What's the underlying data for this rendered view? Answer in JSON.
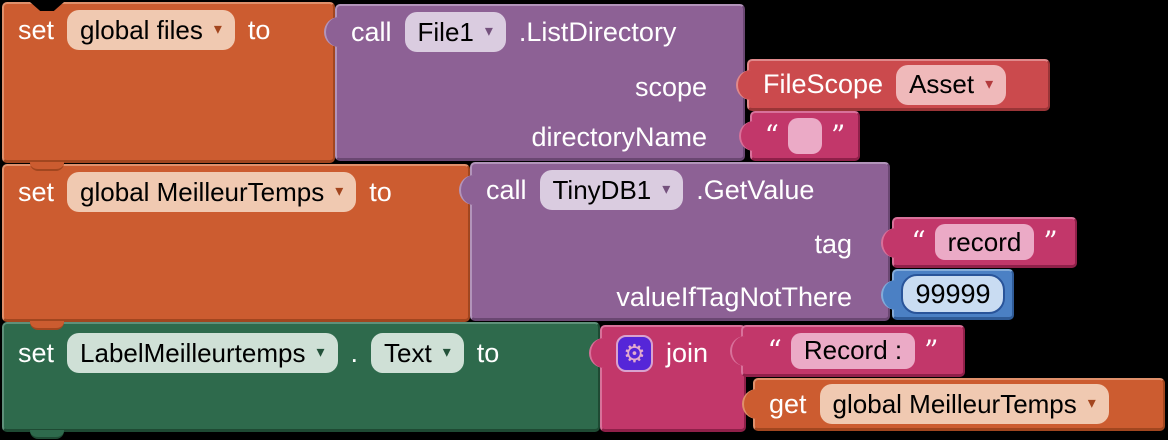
{
  "ui": {
    "arrow": "▾"
  },
  "colors": {
    "canvas_bg": "#000000",
    "variable_orange": "#CC5C30",
    "procedure_purple": "#8D6195",
    "helper_red": "#CB4A4D",
    "text_magenta": "#C2376A",
    "math_blue": "#4B80C4",
    "component_green": "#2E6A4C",
    "mutator_indigo": "#5526D8"
  },
  "row1": {
    "set_block": {
      "set": "set",
      "variable": "global files",
      "to": "to"
    },
    "call_block": {
      "call": "call",
      "component": "File1",
      "method": ".ListDirectory",
      "param1": "scope",
      "param2": "directoryName"
    },
    "filescope_block": {
      "label": "FileScope",
      "value": "Asset"
    },
    "empty_string_block": {
      "quote_open": "“",
      "quote_close": "”",
      "value": ""
    }
  },
  "row2": {
    "set_block": {
      "set": "set",
      "variable": "global MeilleurTemps",
      "to": "to"
    },
    "call_block": {
      "call": "call",
      "component": "TinyDB1",
      "method": ".GetValue",
      "param1": "tag",
      "param2": "valueIfTagNotThere"
    },
    "tag_string_block": {
      "quote_open": "“",
      "quote_close": "”",
      "value": "record"
    },
    "number_block": {
      "value": "99999"
    }
  },
  "row3": {
    "set_block": {
      "set": "set",
      "component": "LabelMeilleurtemps",
      "dot": ".",
      "property": "Text",
      "to": "to"
    },
    "join_block": {
      "label": "join",
      "gear_icon": "⚙"
    },
    "string_block": {
      "quote_open": "“",
      "quote_close": "”",
      "value": "Record :"
    },
    "get_block": {
      "get": "get",
      "variable": "global MeilleurTemps"
    }
  }
}
